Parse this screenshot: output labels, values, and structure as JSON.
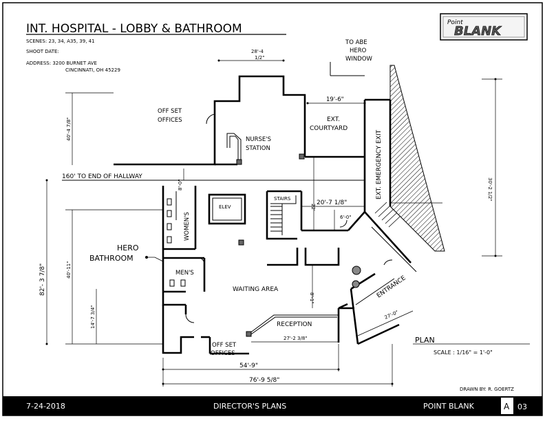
{
  "title": "INT. HOSPITAL - LOBBY & BATHROOM",
  "scenes": "SCENES: 23, 34, A35, 39, 41",
  "shoot_date": "SHOOT DATE:",
  "address_line1": "ADDRESS: 3200 BURNET AVE",
  "address_line2": "CINCINNATI, OH 45229",
  "logo_top": "Point",
  "logo_bottom": "BLANK",
  "rooms": {
    "offices_top_1": "OFF SET",
    "offices_top_2": "OFFICES",
    "nurses_1": "NURSE'S",
    "nurses_2": "STATION",
    "courtyard_1": "EXT.",
    "courtyard_2": "COURTYARD",
    "abe_1": "TO ABE",
    "abe_2": "HERO",
    "abe_3": "WINDOW",
    "emergency_exit": "EXT. EMERGENCY EXIT",
    "hallway": "160' TO END OF HALLWAY",
    "elev": "ELEV",
    "stairs": "STAIRS",
    "womens": "WOMEN'S",
    "mens": "MEN'S",
    "hero_1": "HERO",
    "hero_2": "BATHROOM",
    "waiting": "WAITING AREA",
    "reception": "RECEPTION",
    "entrance": "ENTRANCE",
    "offices_bot_1": "OFF SET",
    "offices_bot_2": "OFFICES"
  },
  "dimensions": {
    "top_overall_1": "28'-4",
    "top_overall_2": "1/2\"",
    "courtyard_width": "19'-6\"",
    "left_upper": "40'-4 7/8\"",
    "left_total": "82'- 3 7/8\"",
    "left_lower": "40'-11\"",
    "left_small": "14'-7 3/4\"",
    "hall_8": "8'-0\"",
    "stair_22": "22'",
    "stairs_width": "20'-7 1/8\"",
    "six_0": "6'-0\"",
    "right_side": "30'-2 1/2\"",
    "waiting_8": "8'-1\"",
    "reception_width": "27'-2 3/8\"",
    "entrance_diag": "27'-0\"",
    "bottom_1": "54'-9\"",
    "bottom_2": "76'-9 5/8\""
  },
  "legend": {
    "plan": "PLAN",
    "scale": "SCALE : 1/16\" = 1'-0\"",
    "drawn_by": "DRAWN BY: R. GOERTZ"
  },
  "footer": {
    "date": "7-24-2018",
    "center": "DIRECTOR'S PLANS",
    "company": "POINT BLANK",
    "sheet_letter": "A",
    "sheet_number": "03"
  }
}
